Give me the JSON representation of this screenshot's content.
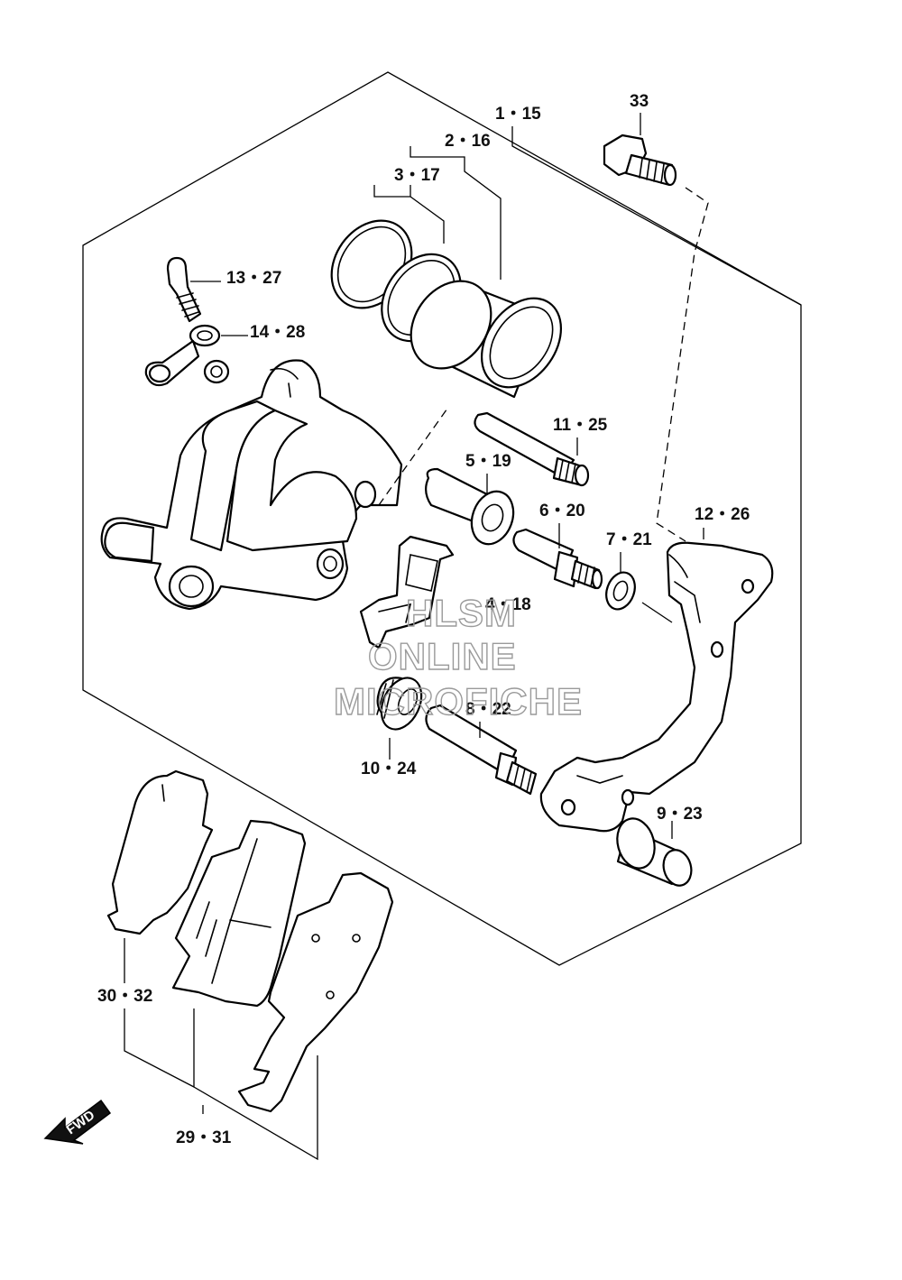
{
  "labels": {
    "l1": "1・15",
    "l2": "2・16",
    "l3": "3・17",
    "l4": "4・18",
    "l5": "5・19",
    "l6": "6・20",
    "l7": "7・21",
    "l8": "8・22",
    "l9": "9・23",
    "l10": "10・24",
    "l11": "11・25",
    "l12": "12・26",
    "l13": "13・27",
    "l14": "14・28",
    "l29": "29・31",
    "l30": "30・32",
    "l33": "33"
  },
  "watermark": {
    "line1": "HLSM",
    "line2": "ONLINE",
    "line3": "MICROFICHE"
  },
  "direction": {
    "fwd": "FWD"
  }
}
